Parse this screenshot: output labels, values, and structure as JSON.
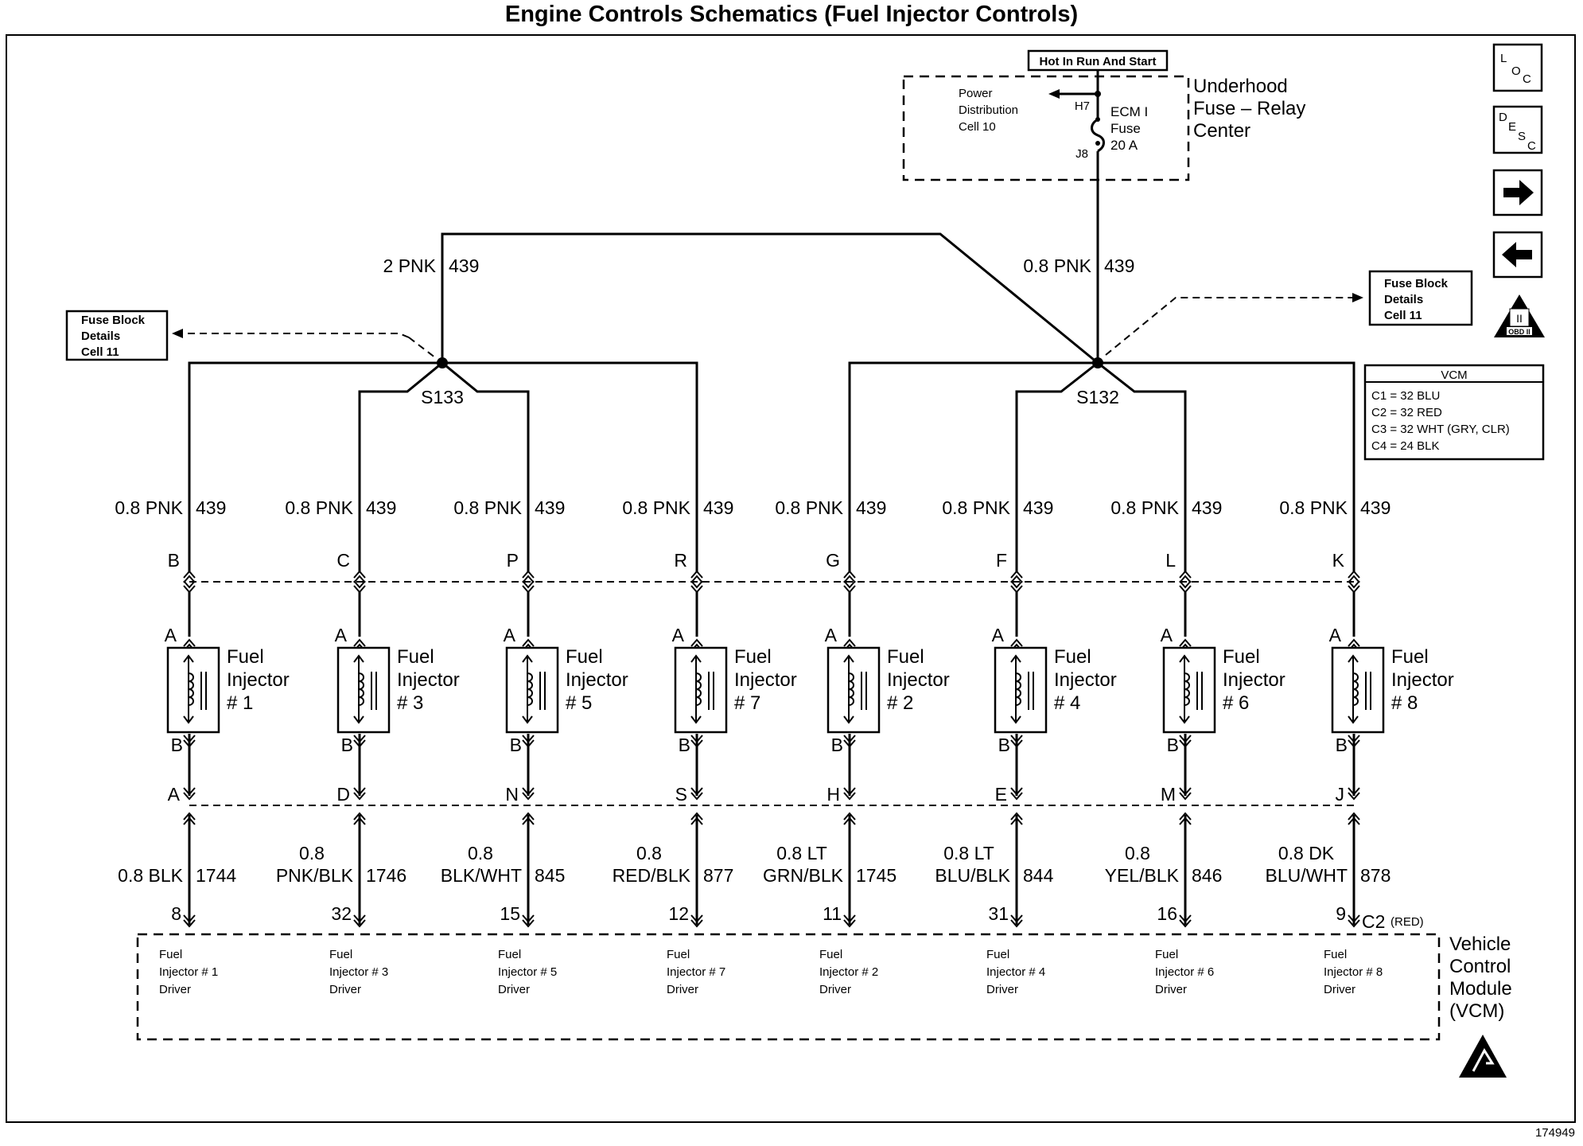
{
  "title": "Engine Controls Schematics (Fuel Injector Controls)",
  "doc_number": "174949",
  "supply": {
    "hot_label": "Hot In Run And Start",
    "fuse_center_label": [
      "Underhood",
      "Fuse – Relay",
      "Center"
    ],
    "power_distribution": [
      "Power",
      "Distribution",
      "Cell 10"
    ],
    "fuse_in_pin": "H7",
    "fuse_out_pin": "J8",
    "fuse_label": [
      "ECM I",
      "Fuse",
      "20 A"
    ]
  },
  "fuse_block_ref": [
    "Fuse Block",
    "Details",
    "Cell 11"
  ],
  "feeds": {
    "left_wire": {
      "size_color": "2 PNK",
      "circuit": "439"
    },
    "right_wire": {
      "size_color": "0.8 PNK",
      "circuit": "439"
    }
  },
  "splices": {
    "left": "S133",
    "right": "S132"
  },
  "injectors": [
    {
      "number": "1",
      "top_conn": "B",
      "bot_conn": "A",
      "vcm_pin": "8",
      "in_wire": "0.8 PNK",
      "in_circuit": "439",
      "out_wire": [
        "0.8 BLK"
      ],
      "out_circuit": "1744",
      "driver": [
        "Fuel",
        "Injector # 1",
        "Driver"
      ]
    },
    {
      "number": "3",
      "top_conn": "C",
      "bot_conn": "D",
      "vcm_pin": "32",
      "in_wire": "0.8 PNK",
      "in_circuit": "439",
      "out_wire": [
        "0.8",
        "PNK/BLK"
      ],
      "out_circuit": "1746",
      "driver": [
        "Fuel",
        "Injector # 3",
        "Driver"
      ]
    },
    {
      "number": "5",
      "top_conn": "P",
      "bot_conn": "N",
      "vcm_pin": "15",
      "in_wire": "0.8 PNK",
      "in_circuit": "439",
      "out_wire": [
        "0.8",
        "BLK/WHT"
      ],
      "out_circuit": "845",
      "driver": [
        "Fuel",
        "Injector # 5",
        "Driver"
      ]
    },
    {
      "number": "7",
      "top_conn": "R",
      "bot_conn": "S",
      "vcm_pin": "12",
      "in_wire": "0.8 PNK",
      "in_circuit": "439",
      "out_wire": [
        "0.8",
        "RED/BLK"
      ],
      "out_circuit": "877",
      "driver": [
        "Fuel",
        "Injector # 7",
        "Driver"
      ]
    },
    {
      "number": "2",
      "top_conn": "G",
      "bot_conn": "H",
      "vcm_pin": "11",
      "in_wire": "0.8 PNK",
      "in_circuit": "439",
      "out_wire": [
        "0.8 LT",
        "GRN/BLK"
      ],
      "out_circuit": "1745",
      "driver": [
        "Fuel",
        "Injector # 2",
        "Driver"
      ]
    },
    {
      "number": "4",
      "top_conn": "F",
      "bot_conn": "E",
      "vcm_pin": "31",
      "in_wire": "0.8 PNK",
      "in_circuit": "439",
      "out_wire": [
        "0.8 LT",
        "BLU/BLK"
      ],
      "out_circuit": "844",
      "driver": [
        "Fuel",
        "Injector # 4",
        "Driver"
      ]
    },
    {
      "number": "6",
      "top_conn": "L",
      "bot_conn": "M",
      "vcm_pin": "16",
      "in_wire": "0.8 PNK",
      "in_circuit": "439",
      "out_wire": [
        "0.8",
        "YEL/BLK"
      ],
      "out_circuit": "846",
      "driver": [
        "Fuel",
        "Injector # 6",
        "Driver"
      ]
    },
    {
      "number": "8",
      "top_conn": "K",
      "bot_conn": "J",
      "vcm_pin": "9",
      "in_wire": "0.8 PNK",
      "in_circuit": "439",
      "out_wire": [
        "0.8 DK",
        "BLU/WHT"
      ],
      "out_circuit": "878",
      "driver": [
        "Fuel",
        "Injector # 8",
        "Driver"
      ]
    }
  ],
  "injector_pins": {
    "top": "A",
    "bottom": "B"
  },
  "injector_label": [
    "Fuel",
    "Injector"
  ],
  "vcm": {
    "connector": "C2",
    "connector_color": "(RED)",
    "label": [
      "Vehicle",
      "Control",
      "Module",
      "(VCM)"
    ],
    "legend_title": "VCM",
    "legend_rows": [
      "C1 = 32 BLU",
      "C2 = 32 RED",
      "C3 = 32 WHT (GRY, CLR)",
      "C4 = 24 BLK"
    ]
  },
  "nav": {
    "loc": [
      "L",
      "O",
      "C"
    ],
    "desc": [
      "D",
      "E",
      "S",
      "C"
    ],
    "obd": "OBD II",
    "obd_numeral": "II"
  }
}
